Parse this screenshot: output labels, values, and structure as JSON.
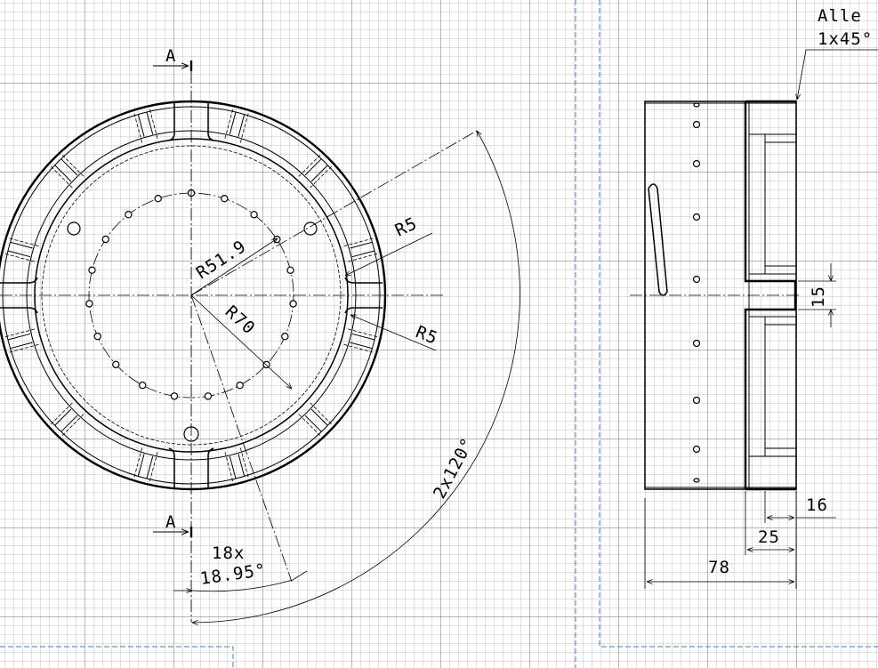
{
  "section": {
    "top_label": "A",
    "bottom_label": "A"
  },
  "front_view": {
    "radius_r51": "R51.9",
    "radius_r70": "R70",
    "radius_r5_upper": "R5",
    "radius_r5_lower": "R5",
    "angle_count": "18x",
    "angle_value": "18.95°",
    "arc_angle": "2x120°"
  },
  "side_view": {
    "note_line1": "Alle",
    "note_line2": "1x45°",
    "dim_15": "15",
    "dim_16": "16",
    "dim_25": "25",
    "dim_78": "78"
  },
  "colors": {
    "frame": "#3a7fd6",
    "grid": "#9a9a9a",
    "ink": "#000000"
  }
}
